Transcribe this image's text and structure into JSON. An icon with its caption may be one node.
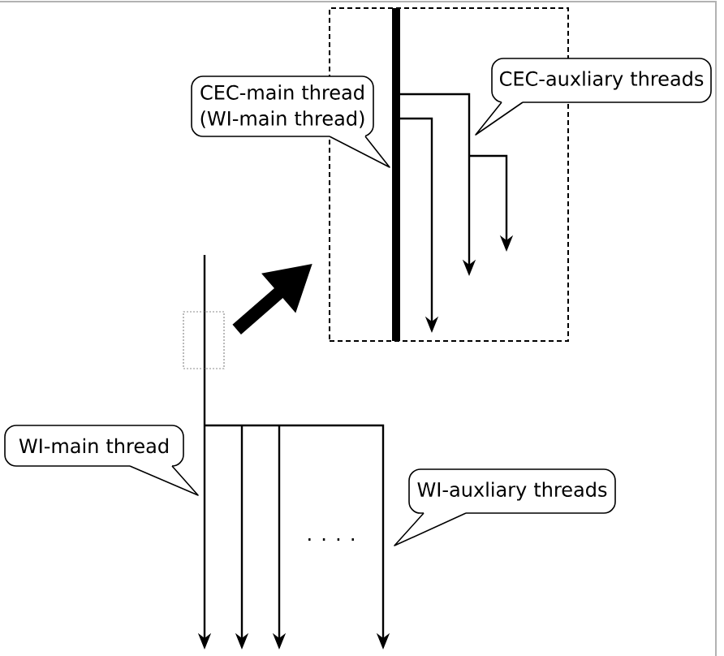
{
  "diagram": {
    "nodes": [
      {
        "text": [],
        "shape": "box"
      },
      {
        "text": [
          "CEC-main thread (WI-main thread)"
        ]
      },
      {
        "text": [
          "CEC-auxliary threads"
        ]
      },
      {
        "text": [],
        "shape": "box"
      },
      {
        "text": [
          "WI-main thread"
        ]
      },
      {
        "text": [
          "WI-auxliary threads"
        ]
      }
    ],
    "edges": [
      {
        "from": 3,
        "to": 0,
        "arrow": "to"
      }
    ],
    "labels": [
      ". . . ."
    ]
  }
}
